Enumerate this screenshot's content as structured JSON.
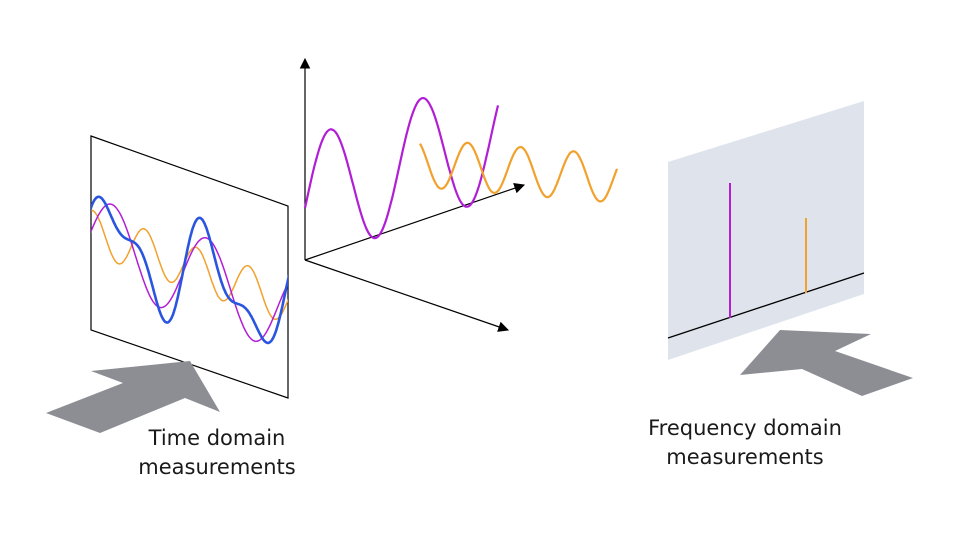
{
  "captions": {
    "time_line1": "Time domain",
    "time_line2": "measurements",
    "freq_line1": "Frequency domain",
    "freq_line2": "measurements"
  },
  "colors": {
    "purple": "#b11ed6",
    "orange": "#f2a12c",
    "blue": "#2a55e0",
    "arrow_gray": "#8c8e94",
    "panel_fill": "#dee3ec",
    "line": "#000000"
  },
  "spectrum": {
    "components": [
      {
        "name": "purple-component",
        "relative_frequency": "low",
        "relative_amplitude": 1.0
      },
      {
        "name": "orange-component",
        "relative_frequency": "high",
        "relative_amplitude": 0.55
      }
    ]
  }
}
